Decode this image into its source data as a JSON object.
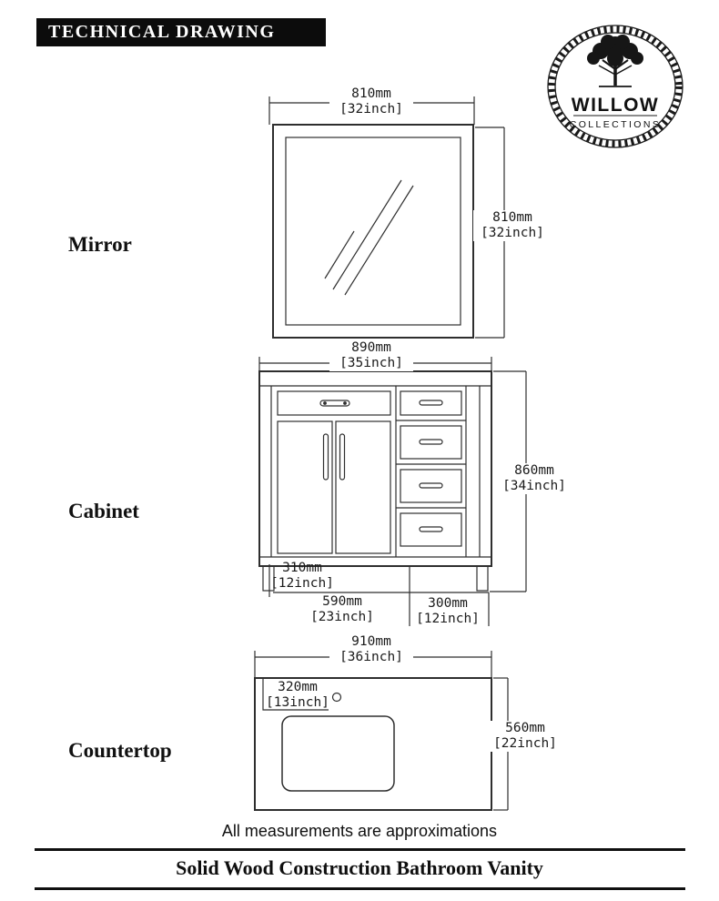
{
  "page": {
    "title_bar": "TECHNICAL DRAWING",
    "note": "All measurements are approximations",
    "footer_title": "Solid Wood Construction Bathroom Vanity"
  },
  "logo": {
    "name": "WILLOW",
    "subname": "COLLECTIONS"
  },
  "mirror": {
    "label": "Mirror",
    "width": {
      "mm": "810mm",
      "inch": "[32inch]"
    },
    "height": {
      "mm": "810mm",
      "inch": "[32inch]"
    }
  },
  "cabinet": {
    "label": "Cabinet",
    "width": {
      "mm": "890mm",
      "inch": "[35inch]"
    },
    "height": {
      "mm": "860mm",
      "inch": "[34inch]"
    },
    "dim_310": {
      "mm": "310mm",
      "inch": "[12inch]"
    },
    "dim_590": {
      "mm": "590mm",
      "inch": "[23inch]"
    },
    "dim_300": {
      "mm": "300mm",
      "inch": "[12inch]"
    }
  },
  "countertop": {
    "label": "Countertop",
    "width": {
      "mm": "910mm",
      "inch": "[36inch]"
    },
    "depth": {
      "mm": "560mm",
      "inch": "[22inch]"
    },
    "sink_offset": {
      "mm": "320mm",
      "inch": "[13inch]"
    }
  }
}
